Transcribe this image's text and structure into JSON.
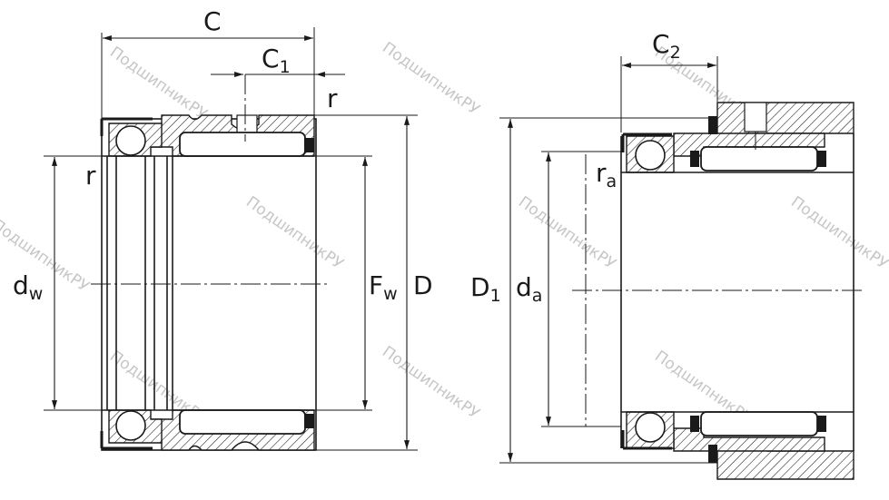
{
  "labels": {
    "C": "C",
    "C1_main": "C",
    "C1_sub": "1",
    "r_top": "r",
    "r_left": "r",
    "dw_main": "d",
    "dw_sub": "w",
    "Fw_main": "F",
    "Fw_sub": "w",
    "D": "D",
    "C2_main": "C",
    "C2_sub": "2",
    "ra_main": "r",
    "ra_sub": "a",
    "D1_main": "D",
    "D1_sub": "1",
    "da_main": "d",
    "da_sub": "a"
  },
  "watermark": {
    "text": "ПодшипникРУ"
  },
  "colors": {
    "line": "#1a1a1a",
    "watermark": "#c6c6c6",
    "background": "#ffffff"
  }
}
